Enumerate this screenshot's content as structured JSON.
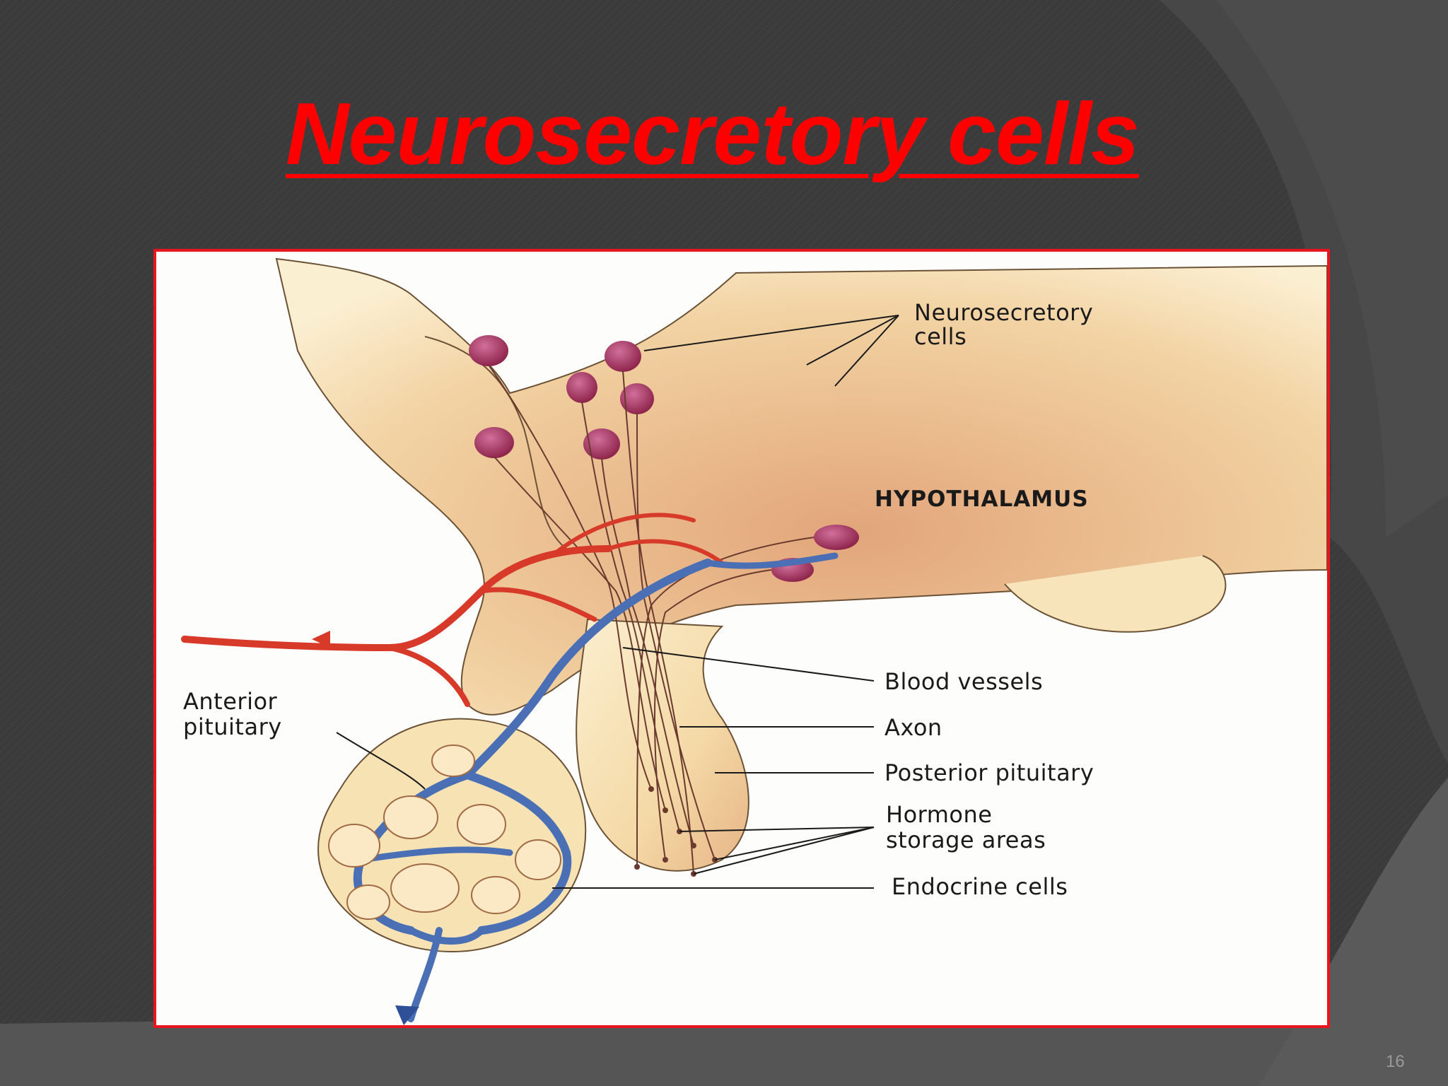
{
  "slide": {
    "title": "Neurosecretory cells",
    "page_number": "16"
  },
  "figure": {
    "labels": {
      "neurosecretory_line1": "Neurosecretory",
      "neurosecretory_line2": "cells",
      "hypothalamus": "HYPOTHALAMUS",
      "anterior_line1": "Anterior",
      "anterior_line2": "pituitary",
      "blood_vessels": "Blood vessels",
      "axon": "Axon",
      "posterior_pituitary": "Posterior pituitary",
      "hormone_line1": "Hormone",
      "hormone_line2": "storage areas",
      "endocrine_cells": "Endocrine cells"
    },
    "colors": {
      "tissue": "#f5deb0",
      "tissue_shade": "#e9b98a",
      "neuron": "#a8335a",
      "artery": "#d83a2a",
      "vein": "#4a6fb4",
      "frame": "#e8141e"
    }
  }
}
